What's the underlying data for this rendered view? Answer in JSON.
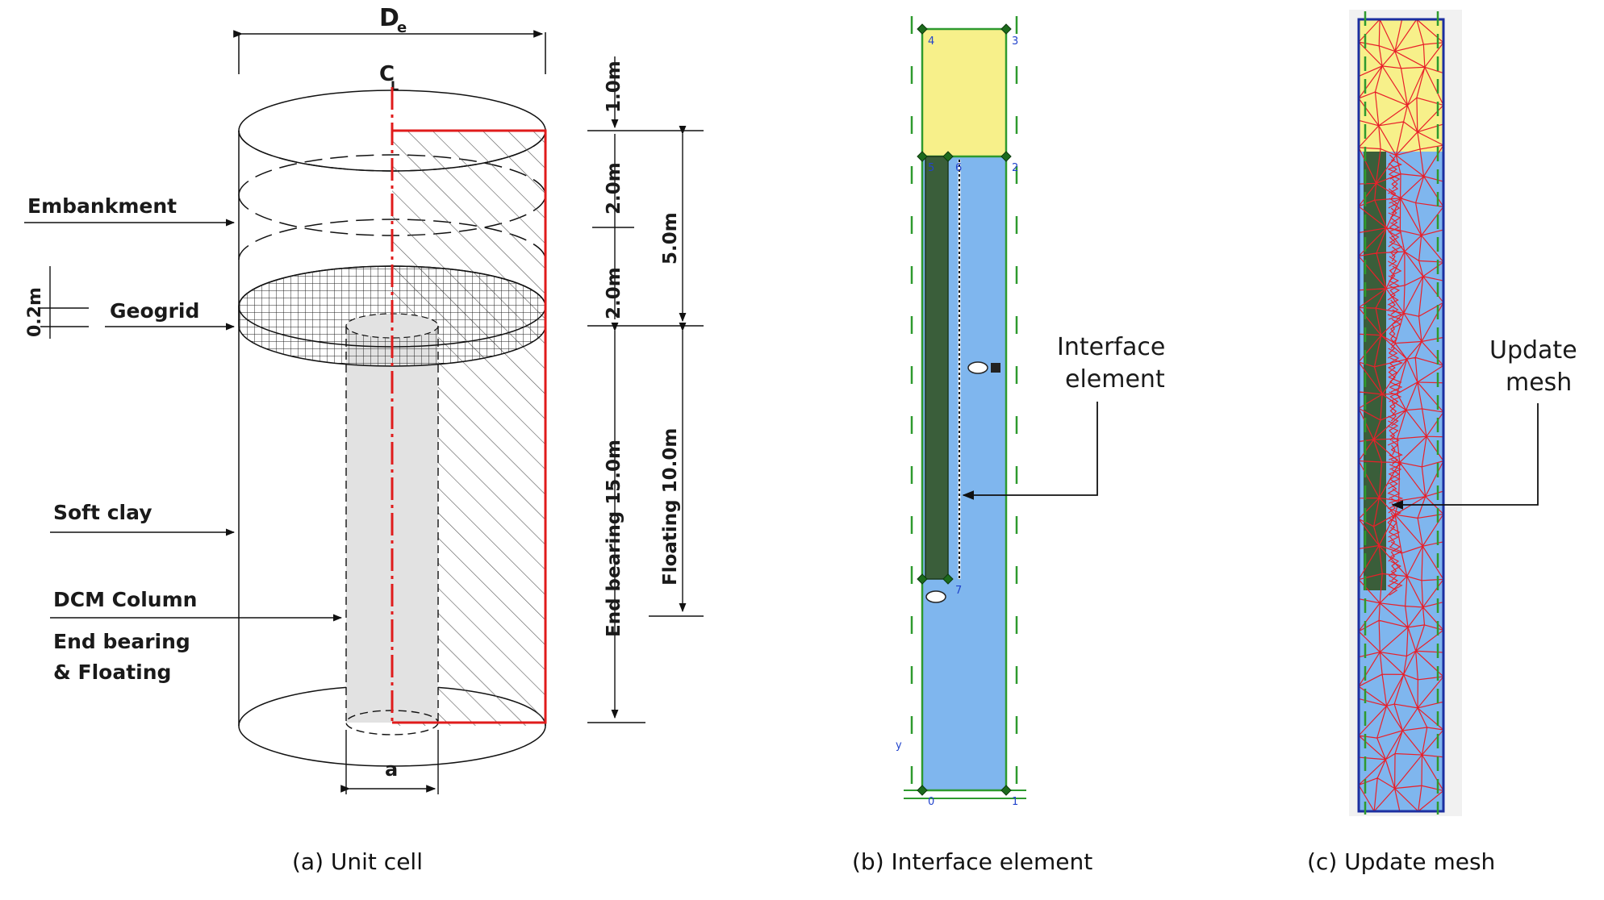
{
  "panel_a": {
    "caption": "(a) Unit cell",
    "diameter_label": "D",
    "diameter_sub": "e",
    "centerline_label": "C",
    "centerline_sub": "L",
    "width_label": "a",
    "labels": {
      "embankment": "Embankment",
      "geogrid": "Geogrid",
      "geogrid_thickness": "0.2m",
      "soft_clay": "Soft clay",
      "dcm_column": "DCM Column",
      "end_bearing_line": "End bearing",
      "floating_line": "& Floating"
    },
    "dimensions": {
      "d1": "1.0m",
      "d2": "2.0m",
      "d3": "2.0m",
      "d_total": "5.0m",
      "end_bearing": "End bearing   15.0m",
      "floating": "Floating   10.0m"
    }
  },
  "panel_b": {
    "caption": "(b) Interface element",
    "annotation_line1": "Interface",
    "annotation_line2": "element",
    "node_labels": [
      "4",
      "3",
      "5",
      "6",
      "2",
      "7",
      "0",
      "1",
      "y"
    ],
    "colors": {
      "fill_embankment": "#f7f08a",
      "fill_clay": "#7fb6ee",
      "column": "#3a5e3a",
      "boundary": "#2e9a2e"
    }
  },
  "panel_c": {
    "caption": "(c) Update mesh",
    "annotation_line1": "Update",
    "annotation_line2": "mesh",
    "colors": {
      "mesh": "#e8202a",
      "fill_embankment": "#f7f08a",
      "fill_clay": "#7fb6ee",
      "border": "#1c2fa0"
    }
  }
}
